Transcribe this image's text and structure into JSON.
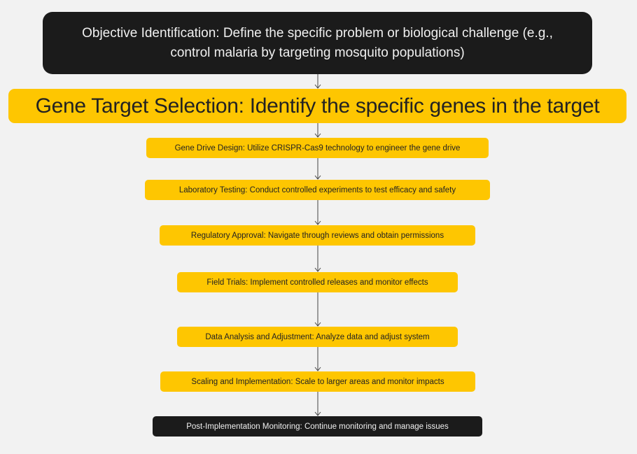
{
  "diagram": {
    "type": "vertical-flowchart",
    "colors": {
      "background": "#f2f2f2",
      "dark_node": "#1b1b1b",
      "dark_text": "#f0f0f0",
      "accent_node": "#fec601",
      "accent_text": "#222222",
      "arrow": "#444444"
    },
    "steps": [
      {
        "label": "Objective Identification: Define the specific problem or biological challenge (e.g., control malaria by targeting mosquito populations)",
        "style": "dark"
      },
      {
        "label": "Gene Target Selection: Identify the specific genes in the target",
        "style": "accent-large"
      },
      {
        "label": "Gene Drive Design: Utilize CRISPR-Cas9 technology to engineer the gene drive",
        "style": "accent"
      },
      {
        "label": "Laboratory Testing: Conduct controlled experiments to test efficacy and safety",
        "style": "accent"
      },
      {
        "label": "Regulatory Approval: Navigate through reviews and obtain permissions",
        "style": "accent"
      },
      {
        "label": "Field Trials: Implement controlled releases and monitor effects",
        "style": "accent"
      },
      {
        "label": "Data Analysis and Adjustment: Analyze data and adjust system",
        "style": "accent"
      },
      {
        "label": "Scaling and Implementation: Scale to larger areas and monitor impacts",
        "style": "accent"
      },
      {
        "label": "Post-Implementation Monitoring: Continue monitoring and manage issues",
        "style": "dark"
      }
    ],
    "connections": [
      {
        "from": 0,
        "to": 1
      },
      {
        "from": 1,
        "to": 2
      },
      {
        "from": 2,
        "to": 3
      },
      {
        "from": 3,
        "to": 4
      },
      {
        "from": 4,
        "to": 5
      },
      {
        "from": 5,
        "to": 6
      },
      {
        "from": 6,
        "to": 7
      },
      {
        "from": 7,
        "to": 8
      }
    ]
  }
}
